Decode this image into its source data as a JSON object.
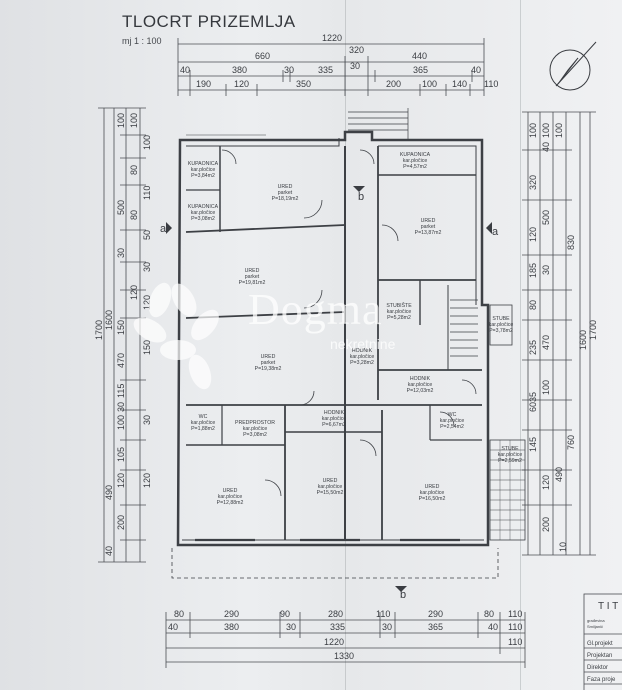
{
  "title": "TLOCRT PRIZEMLJA",
  "scale": "mj 1 : 100",
  "watermark": {
    "brand": "Dogma",
    "sub": "nekretnine"
  },
  "top_dims": {
    "overall": "1220",
    "row_a": [
      "660",
      "320",
      "440"
    ],
    "row_b": [
      "40",
      "380",
      "30",
      "335",
      "30",
      "365",
      "40"
    ],
    "row_c": [
      "190",
      "120",
      "350",
      "200",
      "100",
      "140",
      "110"
    ]
  },
  "bottom_dims": {
    "row_a": [
      "80",
      "290",
      "90",
      "280",
      "110",
      "290",
      "80",
      "110"
    ],
    "row_b": [
      "40",
      "380",
      "30",
      "335",
      "30",
      "365",
      "40",
      "110"
    ],
    "total_a": "1220",
    "total_a2": "110",
    "total_b": "1330"
  },
  "left_dims": {
    "outer": "1700",
    "mid": "1600",
    "inner": [
      "100",
      "100",
      "80",
      "500",
      "80",
      "30",
      "120",
      "150",
      "470",
      "115",
      "30",
      "100",
      "105",
      "490",
      "120",
      "200",
      "40"
    ],
    "inner2": [
      "100",
      "110",
      "50",
      "30",
      "120",
      "150",
      "30",
      "120"
    ]
  },
  "right_dims": {
    "outer": "1700",
    "mid": "1600",
    "sub": [
      "830",
      "760"
    ],
    "inner": [
      "100",
      "100",
      "100",
      "40",
      "320",
      "120",
      "500",
      "185",
      "30",
      "80",
      "235",
      "470",
      "6035",
      "100",
      "145",
      "490",
      "120",
      "200",
      "10"
    ]
  },
  "rooms": [
    {
      "name": "KUPAONICA",
      "detail": "kar.pločice",
      "area": "P=3,84m2"
    },
    {
      "name": "KUPAONICA",
      "detail": "kar.pločice",
      "area": "P=3,08m2"
    },
    {
      "name": "URED",
      "detail": "parket",
      "area": "P=18,19m2"
    },
    {
      "name": "URED",
      "detail": "parket",
      "area": "P=19,81m2"
    },
    {
      "name": "URED",
      "detail": "parket",
      "area": "P=19,38m2"
    },
    {
      "name": "KUPAONICA",
      "detail": "kar.pločice",
      "area": "P=4,57m2"
    },
    {
      "name": "URED",
      "detail": "parket",
      "area": "P=13,87m2"
    },
    {
      "name": "STUBIŠTE",
      "detail": "kar.pločice",
      "area": "P=5,28m2"
    },
    {
      "name": "HODNIK",
      "detail": "kar.pločice",
      "area": "P=3,28m2"
    },
    {
      "name": "HODNIK",
      "detail": "kar.pločice",
      "area": "P=12,03m2"
    },
    {
      "name": "HODNIK",
      "detail": "kar.pločice",
      "area": "P=6,67m2"
    },
    {
      "name": "WC",
      "detail": "kar.pločice",
      "area": "P=1,88m2"
    },
    {
      "name": "PREDPROSTOR",
      "detail": "kar.pločice",
      "area": "P=3,08m2"
    },
    {
      "name": "WC",
      "detail": "kar.pločice",
      "area": "P=2,54m2"
    },
    {
      "name": "URED",
      "detail": "kar.pločice",
      "area": "P=12,88m2"
    },
    {
      "name": "URED",
      "detail": "kar.pločice",
      "area": "P=15,50m2"
    },
    {
      "name": "URED",
      "detail": "kar.pločice",
      "area": "P=16,50m2"
    },
    {
      "name": "STUBE",
      "detail": "kar.pločice",
      "area": "P=3,78m2"
    },
    {
      "name": "STUBE",
      "detail": "kar.pločice",
      "area": "P=2,59m2"
    }
  ],
  "section_marks": [
    "a",
    "a",
    "b",
    "b"
  ],
  "title_block": {
    "heading": "T I T",
    "small": [
      "građevina",
      "Smiljanič"
    ],
    "rows": [
      "Gl.projekt",
      "Projektan",
      "Direktor",
      "Faza proje"
    ]
  }
}
